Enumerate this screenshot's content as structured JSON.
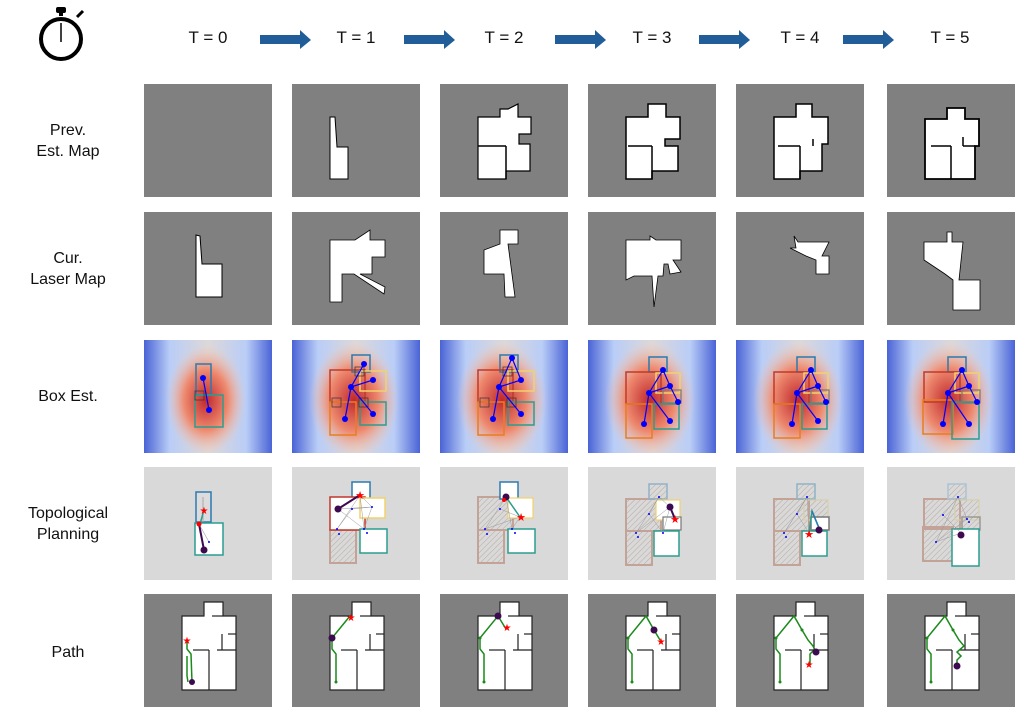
{
  "header": {
    "icon": "stopwatch-icon",
    "time_steps": [
      "T = 0",
      "T = 1",
      "T = 2",
      "T = 3",
      "T = 4",
      "T = 5"
    ],
    "arrow_color": "#215e99"
  },
  "rows": [
    {
      "label_line1": "Prev.",
      "label_line2": "Est. Map"
    },
    {
      "label_line1": "Cur.",
      "label_line2": "Laser Map"
    },
    {
      "label_line1": "Box Est.",
      "label_line2": ""
    },
    {
      "label_line1": "Topological",
      "label_line2": "Planning"
    },
    {
      "label_line1": "Path",
      "label_line2": ""
    }
  ],
  "colors": {
    "map_background": "#808080",
    "free_space": "#ffffff",
    "planning_background": "#d9d9d9",
    "graph_node": "#0000ff",
    "goal_star": "#ff0000",
    "robot": "#3b0a4f",
    "path": "#1a8a1a"
  }
}
